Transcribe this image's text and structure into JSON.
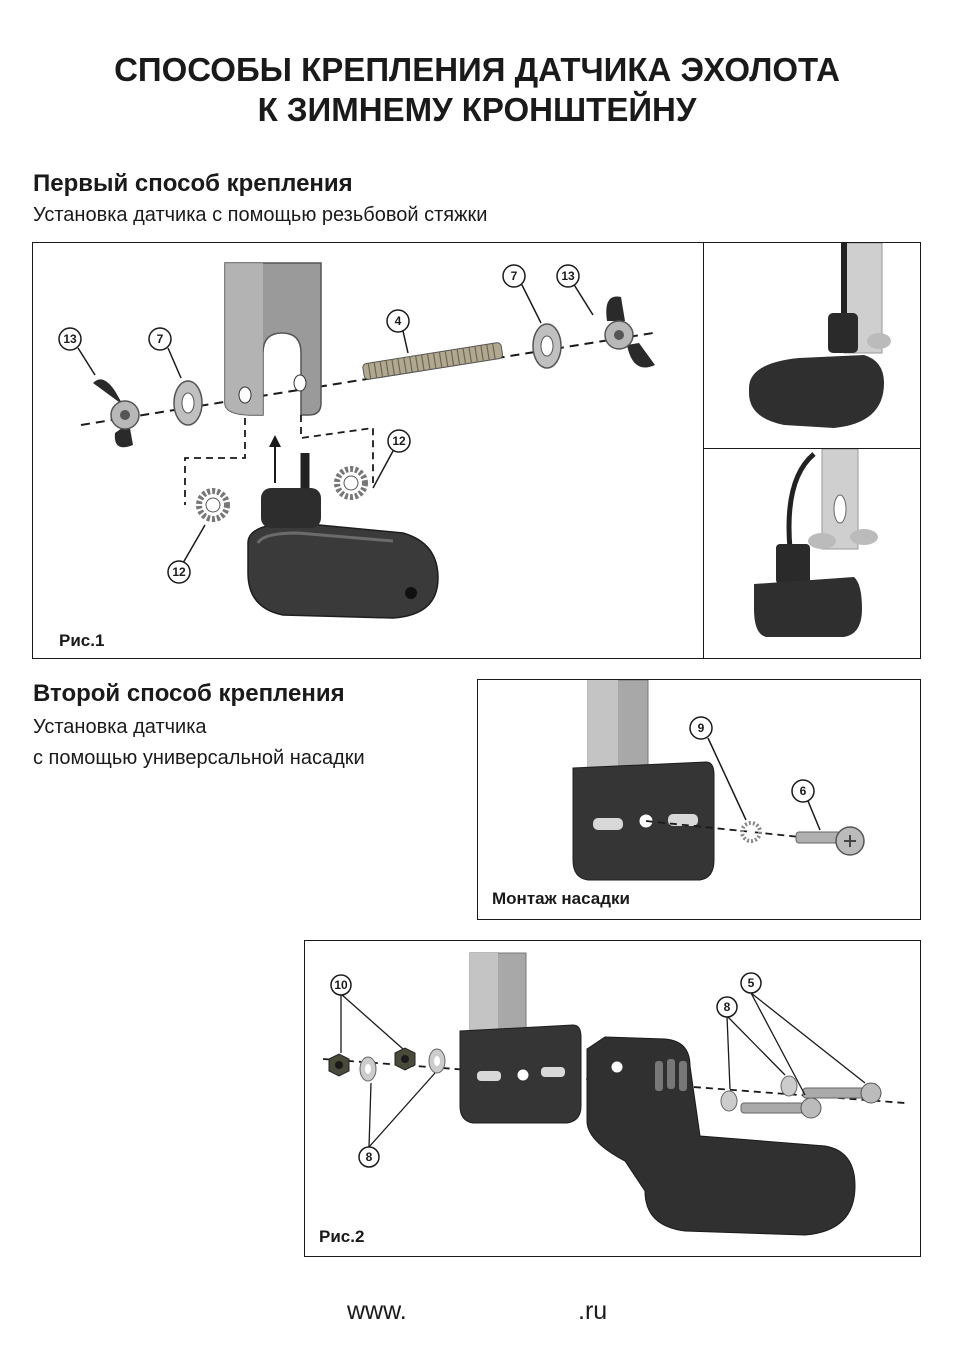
{
  "page": {
    "title_line1": "СПОСОБЫ КРЕПЛЕНИЯ ДАТЧИКА ЭХОЛОТА",
    "title_line2": "К ЗИМНЕМУ КРОНШТЕЙНУ"
  },
  "method1": {
    "heading": "Первый способ крепления",
    "subtitle": "Установка датчика с помощью резьбовой стяжки",
    "figure_caption": "Рис.1",
    "callouts": {
      "nut_left": "13",
      "washer_left": "7",
      "rod": "4",
      "washer_right": "7",
      "nut_right": "13",
      "lock_right": "12",
      "lock_left": "12"
    }
  },
  "method2": {
    "heading": "Второй способ крепления",
    "subtitle_line1": "Установка датчика",
    "subtitle_line2": "с помощью универсальной насадки",
    "mount_caption": "Монтаж насадки",
    "mount_callouts": {
      "lock_washer": "9",
      "screw": "6"
    },
    "figure_caption": "Рис.2",
    "fig2_callouts": {
      "nuts": "10",
      "washers_left": "8",
      "washers_right": "8",
      "screws": "5"
    }
  },
  "footer": {
    "prefix": "www.",
    "suffix": ".ru"
  },
  "colors": {
    "ink": "#1a1a1a",
    "metal": "#a8a8a8",
    "plastic": "#3a3a3a"
  }
}
